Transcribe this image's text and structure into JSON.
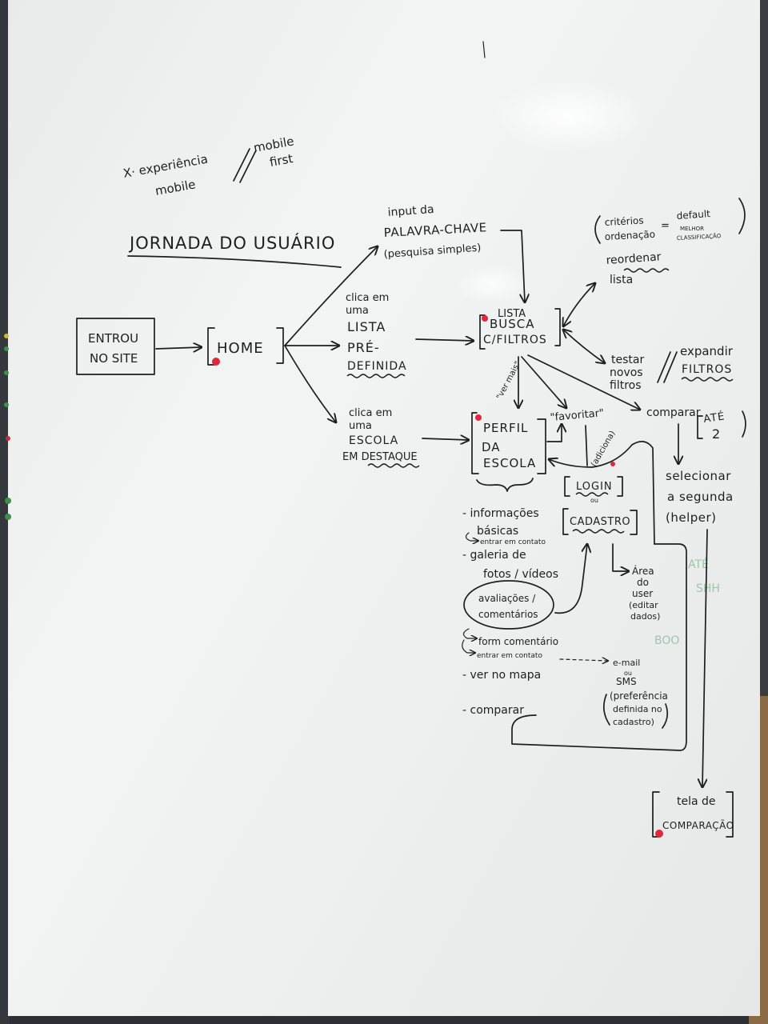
{
  "notes": {
    "experiencia_line1": "X· experiência",
    "experiencia_line2": "mobile",
    "mobile_first_line1": "mobile",
    "mobile_first_line2": "first",
    "title": "JORNADA DO USUÁRIO"
  },
  "nodes": {
    "entrou_line1": "ENTROU",
    "entrou_line2": "NO SITE",
    "home": "HOME",
    "input_line1": "input da",
    "input_line2": "PALAVRA-CHAVE",
    "input_line3": "(pesquisa simples)",
    "lista_line1": "clica em",
    "lista_line2": "uma",
    "lista_line3": "LISTA",
    "lista_line4": "PRÉ-",
    "lista_line5": "DEFINIDA",
    "escola_line1": "clica em",
    "escola_line2": "uma",
    "escola_line3": "ESCOLA",
    "escola_line4": "EM DESTAQUE",
    "busca_line1": "LISTA",
    "busca_line2": "BUSCA",
    "busca_line3": "C/FILTROS",
    "ver_mais": "\"ver mais\"",
    "criterios_line1": "critérios",
    "criterios_line2": "ordenação",
    "criterios_eq": "=",
    "criterios_line3": "default",
    "criterios_line4": "MELHOR",
    "criterios_line5": "CLASSIFICAÇÃO",
    "reordenar_line1": "reordenar",
    "reordenar_line2": "lista",
    "testar_line1": "testar",
    "testar_line2": "novos",
    "testar_line3": "filtros",
    "expandir_line1": "expandir",
    "expandir_line2": "FILTROS",
    "comparar_top": "comparar",
    "ate_line1": "ATÉ",
    "ate_line2": "2",
    "selecionar_line1": "selecionar",
    "selecionar_line2": "a segunda",
    "selecionar_line3": "(helper)",
    "perfil_line1": "PERFIL",
    "perfil_line2": "DA",
    "perfil_line3": "ESCOLA",
    "favoritar": "\"favoritar\"",
    "adiciona": "(adiciona)",
    "login": "LOGIN",
    "cadastro": "CADASTRO",
    "area_line1": "Área",
    "area_line2": "do",
    "area_line3": "user",
    "area_line4": "(editar",
    "area_line5": "dados)",
    "info_line1": "- informações",
    "info_line2": "básicas",
    "entrar_contato_1": "entrar em contato",
    "galeria_line1": "- galeria de",
    "galeria_line2": "fotos / vídeos",
    "avaliacoes_line1": "avaliações /",
    "avaliacoes_line2": "comentários",
    "form_comentario": "form comentário",
    "entrar_contato_2": "entrar em contato",
    "email_line1": "e-mail",
    "email_line2": "ou",
    "email_line3": "SMS",
    "email_line4": "(preferência",
    "email_line5": "definida no",
    "email_line6": "cadastro)",
    "ver_mapa": "- ver no mapa",
    "comparar_bottom": "- comparar",
    "tela_line1": "tela de",
    "tela_line2": "COMPARAÇÃO"
  },
  "colors": {
    "ink": "#1e1e1e",
    "marker_dot": "#e0283c",
    "board": "#eef0f0",
    "wall": "#2c2f33"
  }
}
